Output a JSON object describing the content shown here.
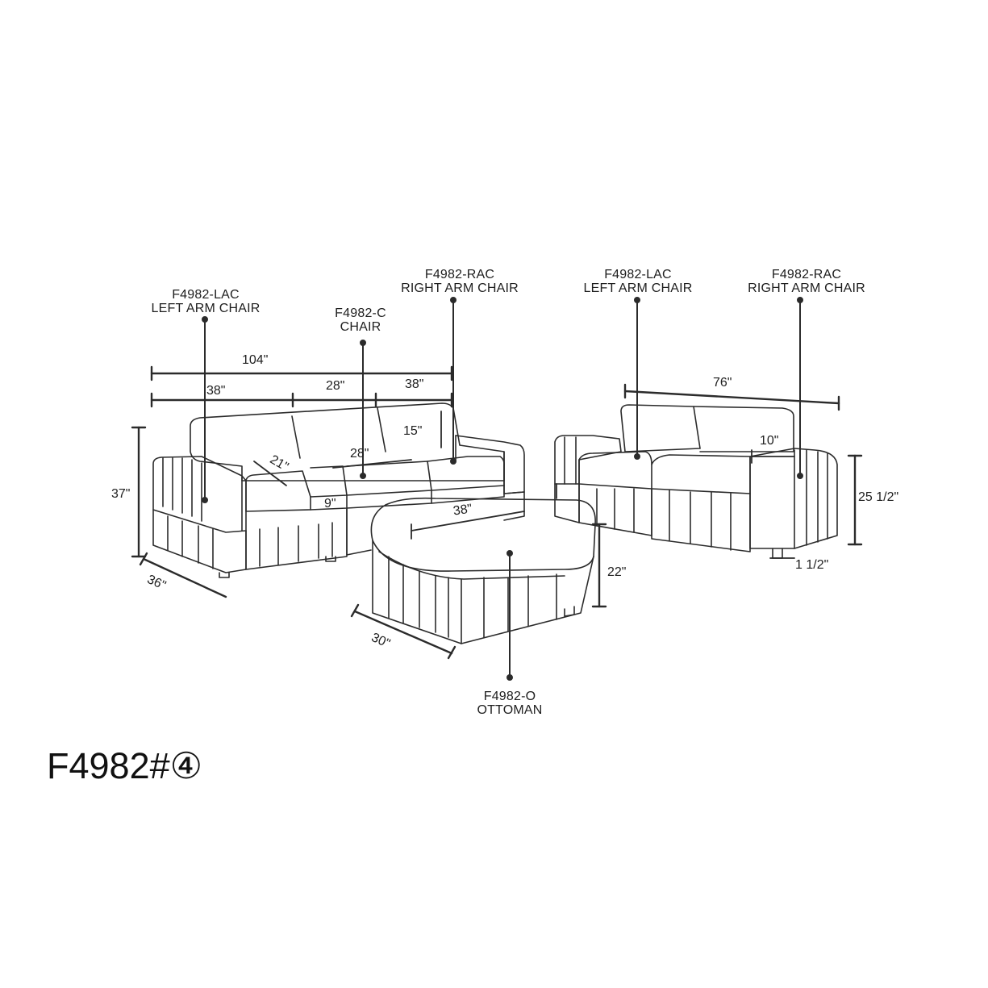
{
  "callouts": {
    "sofa_lac": {
      "code": "F4982-LAC",
      "name": "LEFT ARM CHAIR"
    },
    "sofa_c": {
      "code": "F4982-C",
      "name": "CHAIR"
    },
    "sofa_rac": {
      "code": "F4982-RAC",
      "name": "RIGHT ARM CHAIR"
    },
    "love_lac": {
      "code": "F4982-LAC",
      "name": "LEFT ARM CHAIR"
    },
    "love_rac": {
      "code": "F4982-RAC",
      "name": "RIGHT ARM CHAIR"
    },
    "ottoman": {
      "code": "F4982-O",
      "name": "OTTOMAN"
    }
  },
  "dimensions": {
    "sofa_total_width": "104\"",
    "sofa_left_width": "38\"",
    "sofa_center_width": "28\"",
    "sofa_right_width": "38\"",
    "sofa_height": "37\"",
    "sofa_depth": "36\"",
    "seat_depth": "21\"",
    "seat_width": "28\"",
    "back_height": "15\"",
    "seat_cushion": "9\"",
    "ottoman_width": "38\"",
    "ottoman_height": "22\"",
    "ottoman_depth": "30\"",
    "loveseat_width": "76\"",
    "arm_width": "10\"",
    "loveseat_height": "25 1/2\"",
    "leg_height": "1 1/2\""
  },
  "model": {
    "number": "F4982#④"
  },
  "colors": {
    "line": "#2b2b2b",
    "background": "#ffffff"
  }
}
